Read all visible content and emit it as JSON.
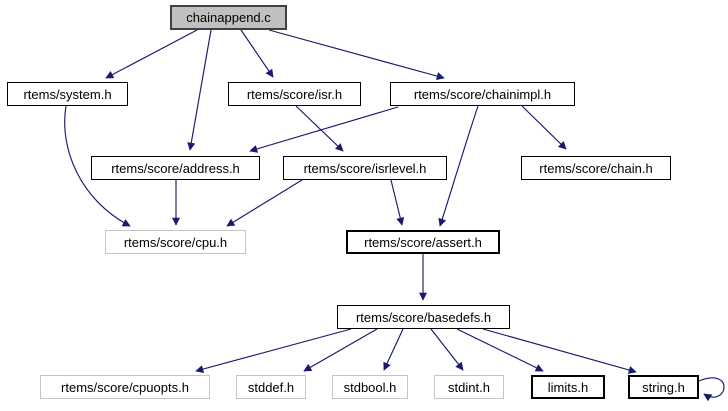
{
  "diagram": {
    "type": "include-dependency-graph",
    "root": "chainappend.c",
    "colors": {
      "edge": "#191970",
      "current_fill": "#c0c0c0",
      "node_fill": "#ffffff",
      "documented_border": "#000000",
      "external_border": "#c4c4c4",
      "text": "#000000",
      "background": "#ffffff"
    },
    "nodes": [
      {
        "id": "chainappend",
        "label": "chainappend.c",
        "kind": "current"
      },
      {
        "id": "system",
        "label": "rtems/system.h",
        "kind": "documented"
      },
      {
        "id": "isr",
        "label": "rtems/score/isr.h",
        "kind": "documented"
      },
      {
        "id": "chainimpl",
        "label": "rtems/score/chainimpl.h",
        "kind": "documented"
      },
      {
        "id": "address",
        "label": "rtems/score/address.h",
        "kind": "documented"
      },
      {
        "id": "isrlevel",
        "label": "rtems/score/isrlevel.h",
        "kind": "documented"
      },
      {
        "id": "chain",
        "label": "rtems/score/chain.h",
        "kind": "documented"
      },
      {
        "id": "cpu",
        "label": "rtems/score/cpu.h",
        "kind": "external"
      },
      {
        "id": "assert",
        "label": "rtems/score/assert.h",
        "kind": "bold"
      },
      {
        "id": "basedefs",
        "label": "rtems/score/basedefs.h",
        "kind": "documented"
      },
      {
        "id": "cpuopts",
        "label": "rtems/score/cpuopts.h",
        "kind": "external"
      },
      {
        "id": "stddef",
        "label": "stddef.h",
        "kind": "external"
      },
      {
        "id": "stdbool",
        "label": "stdbool.h",
        "kind": "external"
      },
      {
        "id": "stdint",
        "label": "stdint.h",
        "kind": "external"
      },
      {
        "id": "limits",
        "label": "limits.h",
        "kind": "bold"
      },
      {
        "id": "string",
        "label": "string.h",
        "kind": "bold"
      }
    ],
    "edges": [
      {
        "from": "chainappend",
        "to": "system"
      },
      {
        "from": "chainappend",
        "to": "address"
      },
      {
        "from": "chainappend",
        "to": "isr"
      },
      {
        "from": "chainappend",
        "to": "chainimpl"
      },
      {
        "from": "system",
        "to": "cpu"
      },
      {
        "from": "isr",
        "to": "isrlevel"
      },
      {
        "from": "chainimpl",
        "to": "address"
      },
      {
        "from": "chainimpl",
        "to": "assert"
      },
      {
        "from": "chainimpl",
        "to": "chain"
      },
      {
        "from": "address",
        "to": "cpu"
      },
      {
        "from": "isrlevel",
        "to": "cpu"
      },
      {
        "from": "isrlevel",
        "to": "assert"
      },
      {
        "from": "assert",
        "to": "basedefs"
      },
      {
        "from": "basedefs",
        "to": "cpuopts"
      },
      {
        "from": "basedefs",
        "to": "stddef"
      },
      {
        "from": "basedefs",
        "to": "stdbool"
      },
      {
        "from": "basedefs",
        "to": "stdint"
      },
      {
        "from": "basedefs",
        "to": "limits"
      },
      {
        "from": "basedefs",
        "to": "string"
      },
      {
        "from": "string",
        "to": "string"
      }
    ]
  }
}
